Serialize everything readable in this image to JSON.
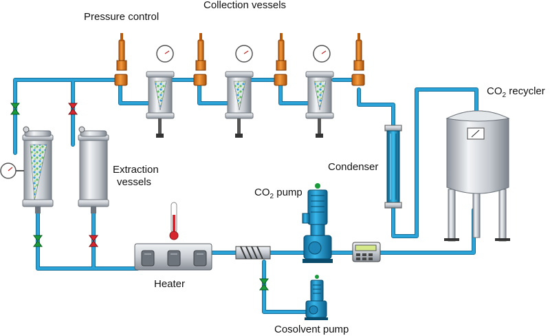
{
  "labels": {
    "pressure_control": "Pressure control",
    "collection_vessels": "Collection vessels",
    "co2_recycler_prefix": "CO",
    "co2_recycler_sub": "2",
    "co2_recycler_suffix": " recycler",
    "extraction_line1": "Extraction",
    "extraction_line2": "vessels",
    "condenser": "Condenser",
    "co2_pump_prefix": "CO",
    "co2_pump_sub": "2",
    "co2_pump_suffix": " pump",
    "heater": "Heater",
    "cosolvent_pump": "Cosolvent pump"
  },
  "colors": {
    "pipe": "#2aa3d8",
    "pipe_edge": "#1a6f98",
    "valve_green": "#1a9a3a",
    "valve_red": "#d8262e",
    "pump_blue": "#1aa0d8",
    "regulator_orange": "#ef7d1a",
    "steel": "#c8ccd2",
    "thermometer_red": "#d8262e"
  },
  "icons": [
    "pressure-gauge-icon",
    "thermometer-icon",
    "valve-icon",
    "pump-icon",
    "regulator-icon"
  ]
}
